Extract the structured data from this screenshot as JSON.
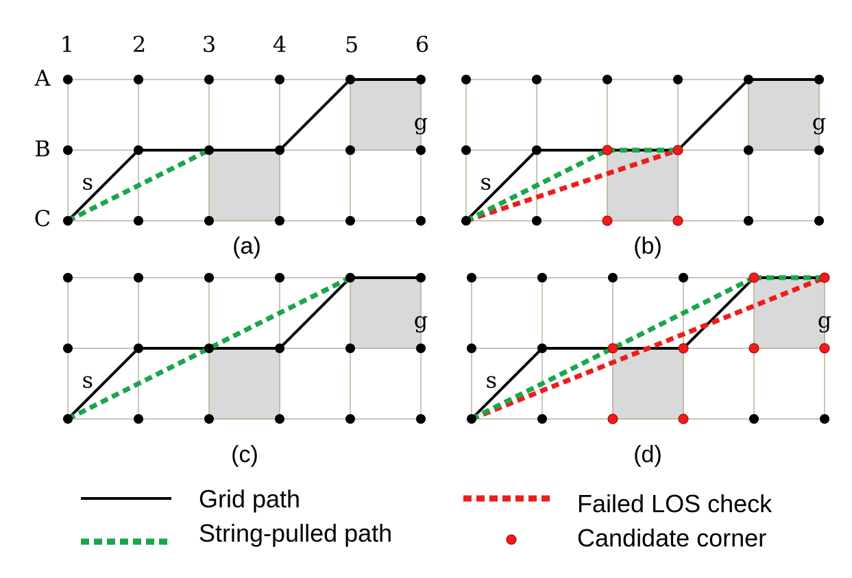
{
  "figure": {
    "column_labels": [
      "1",
      "2",
      "3",
      "4",
      "5",
      "6"
    ],
    "row_labels": [
      "A",
      "B",
      "C"
    ],
    "start_label": "s",
    "goal_label": "g",
    "blocked_cells": [
      {
        "row": "A",
        "col": 5
      },
      {
        "row": "B",
        "col": 3
      }
    ],
    "grid_path": [
      "C1",
      "B2",
      "B3",
      "B4",
      "A5",
      "A6"
    ],
    "panels": [
      {
        "label": "(a)",
        "string_pulled": [
          [
            "C1",
            "B3"
          ]
        ],
        "failed_los": [],
        "candidate_corners": []
      },
      {
        "label": "(b)",
        "string_pulled": [
          [
            "C1",
            "B3"
          ],
          [
            "B3",
            "B4"
          ]
        ],
        "failed_los": [
          [
            "C1",
            "B4"
          ]
        ],
        "candidate_corners": [
          "B3",
          "B4",
          "C3",
          "C4"
        ]
      },
      {
        "label": "(c)",
        "string_pulled": [
          [
            "C1",
            "A5"
          ]
        ],
        "failed_los": [],
        "candidate_corners": []
      },
      {
        "label": "(d)",
        "string_pulled": [
          [
            "C1",
            "A5"
          ],
          [
            "A5",
            "A6"
          ]
        ],
        "failed_los": [
          [
            "C1",
            "A6"
          ]
        ],
        "candidate_corners": [
          "A5",
          "A6",
          "B3",
          "B4",
          "B5",
          "B6",
          "C3",
          "C4"
        ]
      }
    ]
  },
  "legend": {
    "grid_path": "Grid path",
    "string_pulled": "String-pulled path",
    "failed_los": "Failed LOS check",
    "candidate": "Candidate corner"
  },
  "colors": {
    "grid_line": "#bdb39a",
    "blocked": "#d9d9d9",
    "grid_path": "#000000",
    "string_pulled": "#1aa64a",
    "failed_los": "#ee1c1c",
    "candidate_corner": "#ee1c1c"
  }
}
